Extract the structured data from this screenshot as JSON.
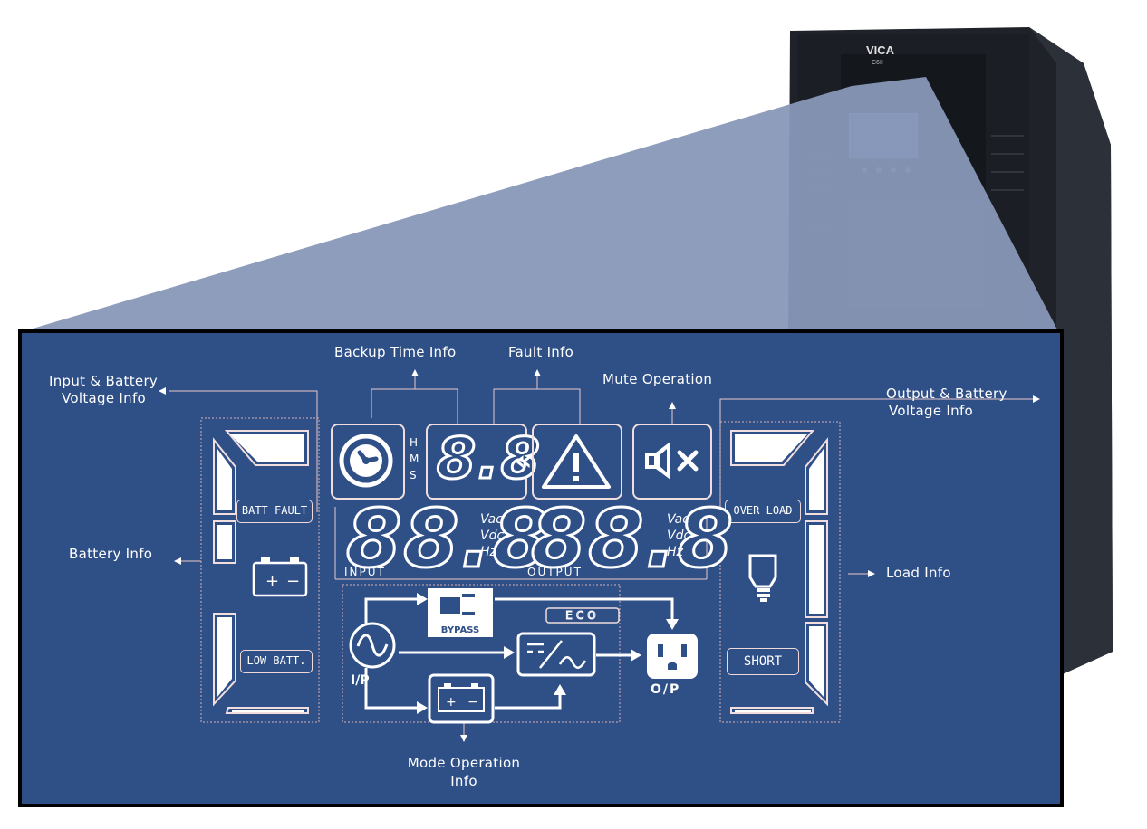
{
  "device": {
    "brand": "VICA",
    "model": "C6II"
  },
  "callouts": {
    "backup_time": "Backup Time Info",
    "fault": "Fault Info",
    "input_battery_line1": "Input & Battery",
    "input_battery_line2": "Voltage Info",
    "mute": "Mute Operation",
    "output_battery_line1": "Output & Battery",
    "output_battery_line2": "Voltage Info",
    "battery": "Battery Info",
    "load": "Load Info",
    "mode_line1": "Mode Operation",
    "mode_line2": "Info"
  },
  "lcd": {
    "time_units": [
      "H",
      "M",
      "S"
    ],
    "time_digits": "8.8",
    "input_digits": "88.8",
    "output_digits": "88.8",
    "units": [
      "Vac",
      "Vdc",
      "Hz"
    ],
    "input_label": "INPUT",
    "output_label": "OUTPUT",
    "batt_fault": "BATT FAULT",
    "low_batt": "LOW BATT.",
    "over_load": "OVER LOAD",
    "short": "SHORT",
    "bypass": "BYPASS",
    "eco": "ECO",
    "ip": "I/P",
    "op": "O/P"
  },
  "colors": {
    "panel": "#2f4f87",
    "cone": "#8898b8",
    "cabinet": "#1f2228",
    "segment": "#ffffff"
  },
  "icons": [
    "clock-icon",
    "warning-icon",
    "mute-speaker-icon",
    "battery-icon",
    "bulb-icon",
    "plug-icon",
    "ac-sine-icon",
    "inverter-icon",
    "outlet-icon"
  ]
}
